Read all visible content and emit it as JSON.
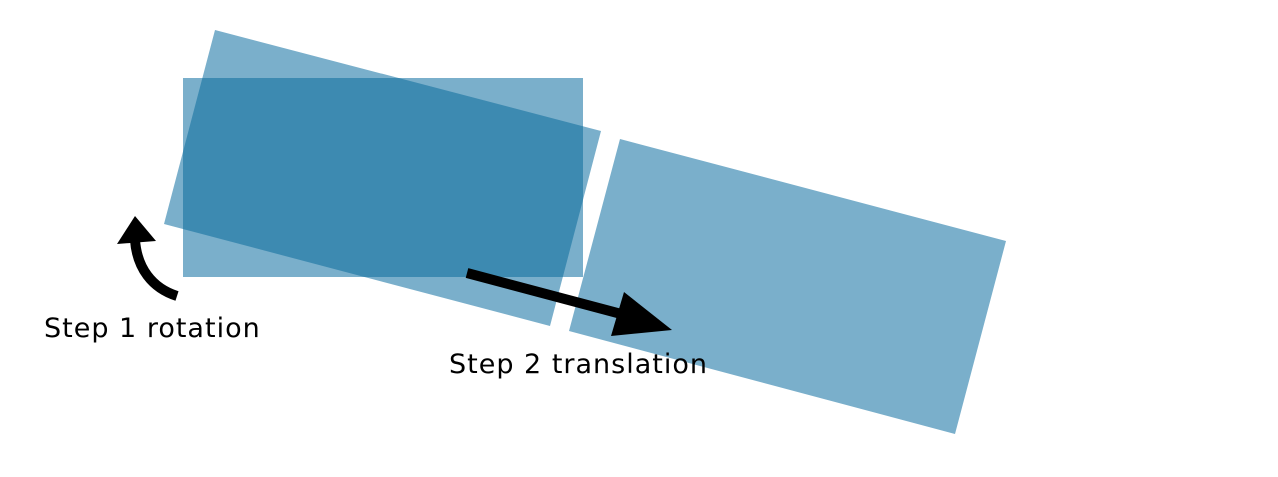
{
  "diagram": {
    "labels": {
      "step1": "Step 1 rotation",
      "step2": "Step 2 translation"
    },
    "colors": {
      "rectangle_fill": "#7aafcb",
      "overlap_fill": "#3d8ab1",
      "arrow": "#000000"
    },
    "shapes": [
      "original-rectangle",
      "rotated-rectangle",
      "translated-rectangle",
      "rotation-arrow",
      "translation-arrow"
    ]
  }
}
